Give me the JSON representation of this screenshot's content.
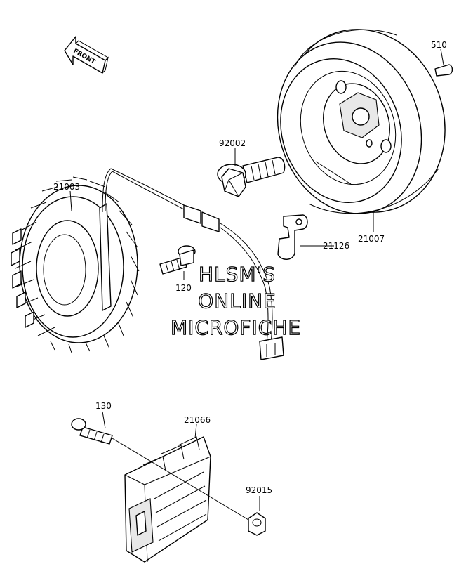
{
  "front_arrow": {
    "label": "FRONT"
  },
  "parts": {
    "p510": "510",
    "p92002": "92002",
    "p21003": "21003",
    "p21007": "21007",
    "p21126": "21126",
    "p120": "120",
    "p130": "130",
    "p21066": "21066",
    "p92015": "92015"
  },
  "watermark": {
    "line1": "HLSM'S",
    "line2": "ONLINE",
    "line3": "MICROFICHE"
  }
}
